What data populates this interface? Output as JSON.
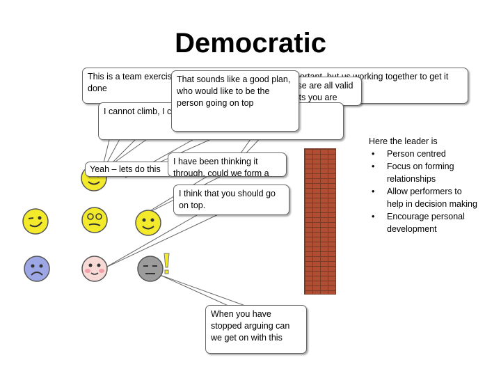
{
  "title": "Democratic",
  "bubbles": {
    "team_exercise": "This is a team exercise, it is not just the task that is important, but us working together to get it done",
    "valid_points": "Those are all valid points you are raising",
    "cannot_walk": "I cannot climb, I can not even walk round the wall",
    "good_plan": "That sounds like a good plan, who would like to be the person going on top",
    "yeah_lets": "Yeah – lets do this",
    "thinking": "I have been thinking it through, could we form a",
    "go_on_top": "I think that you should go on top.",
    "stopped_arguing": "When you have stopped arguing can we get on with this"
  },
  "notes": {
    "intro": "Here the leader is",
    "points": [
      "Person centred",
      "Focus on forming relationships",
      "Allow performers to help in decision making",
      "Encourage personal development"
    ]
  },
  "colors": {
    "smiley_yellow": "#f2ea2a",
    "sad_blue": "#9ea7e6",
    "blush_pink": "#f7d9d6",
    "grey_face": "#9c9c9c",
    "brick": "#b04e33"
  }
}
